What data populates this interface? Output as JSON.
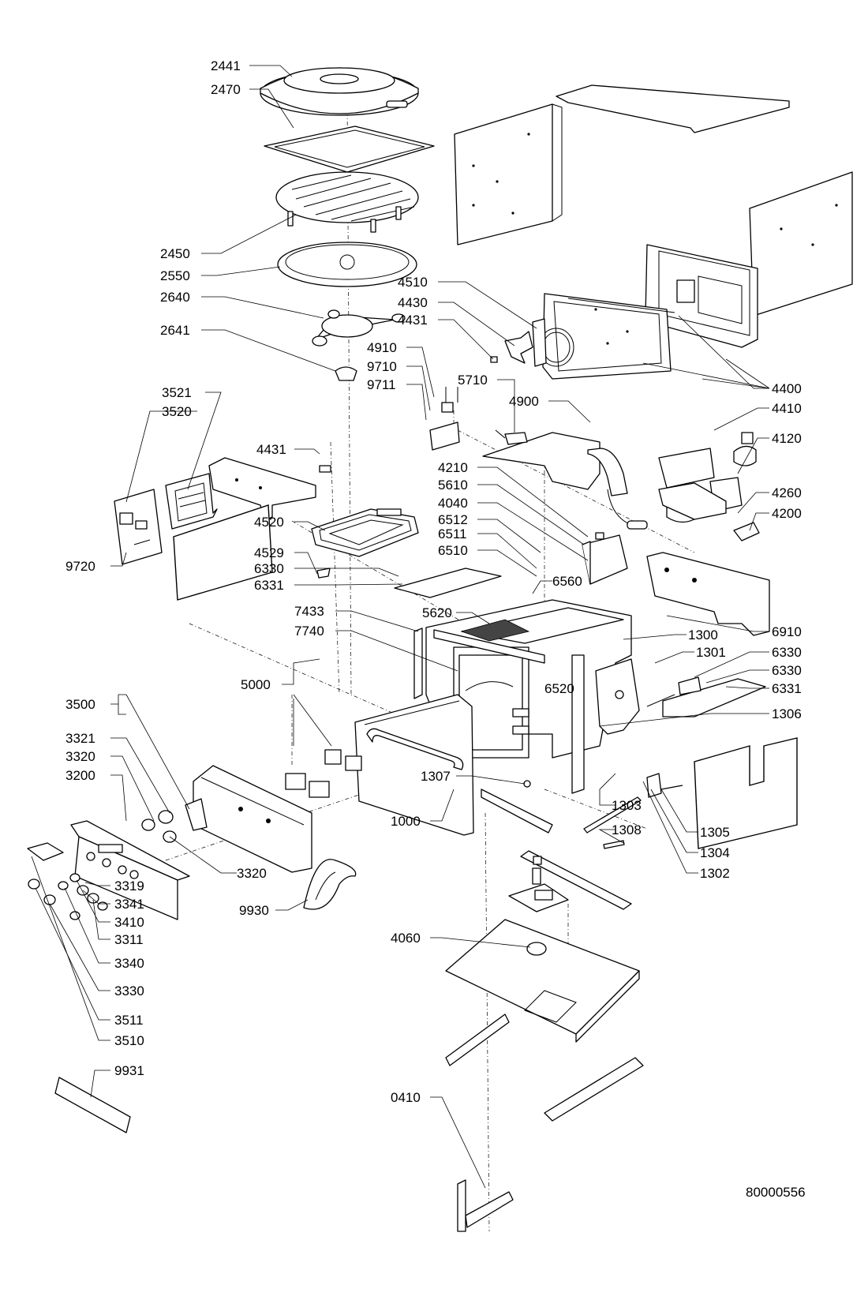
{
  "drawing_number": "80000556",
  "labels": [
    {
      "id": "2441",
      "text": "2441"
    },
    {
      "id": "2470",
      "text": "2470"
    },
    {
      "id": "2450",
      "text": "2450"
    },
    {
      "id": "2550",
      "text": "2550"
    },
    {
      "id": "2640",
      "text": "2640"
    },
    {
      "id": "2641",
      "text": "2641"
    },
    {
      "id": "4510",
      "text": "4510"
    },
    {
      "id": "4430",
      "text": "4430"
    },
    {
      "id": "4431a",
      "text": "4431"
    },
    {
      "id": "4910",
      "text": "4910"
    },
    {
      "id": "9710",
      "text": "9710"
    },
    {
      "id": "9711",
      "text": "9711"
    },
    {
      "id": "5710",
      "text": "5710"
    },
    {
      "id": "4900",
      "text": "4900"
    },
    {
      "id": "4400",
      "text": "4400"
    },
    {
      "id": "4410",
      "text": "4410"
    },
    {
      "id": "4120",
      "text": "4120"
    },
    {
      "id": "3521",
      "text": "3521"
    },
    {
      "id": "3520",
      "text": "3520"
    },
    {
      "id": "4431b",
      "text": "4431"
    },
    {
      "id": "4210",
      "text": "4210"
    },
    {
      "id": "5610",
      "text": "5610"
    },
    {
      "id": "4040",
      "text": "4040"
    },
    {
      "id": "4260",
      "text": "4260"
    },
    {
      "id": "4200",
      "text": "4200"
    },
    {
      "id": "4520",
      "text": "4520"
    },
    {
      "id": "6512",
      "text": "6512"
    },
    {
      "id": "6511",
      "text": "6511"
    },
    {
      "id": "6510",
      "text": "6510"
    },
    {
      "id": "9720",
      "text": "9720"
    },
    {
      "id": "4529",
      "text": "4529"
    },
    {
      "id": "6330a",
      "text": "6330"
    },
    {
      "id": "6331a",
      "text": "6331"
    },
    {
      "id": "6560",
      "text": "6560"
    },
    {
      "id": "7433",
      "text": "7433"
    },
    {
      "id": "5620",
      "text": "5620"
    },
    {
      "id": "6910",
      "text": "6910"
    },
    {
      "id": "7740",
      "text": "7740"
    },
    {
      "id": "1300",
      "text": "1300"
    },
    {
      "id": "1301",
      "text": "1301"
    },
    {
      "id": "6330b",
      "text": "6330"
    },
    {
      "id": "6330c",
      "text": "6330"
    },
    {
      "id": "5000",
      "text": "5000"
    },
    {
      "id": "6520",
      "text": "6520"
    },
    {
      "id": "6331b",
      "text": "6331"
    },
    {
      "id": "3500",
      "text": "3500"
    },
    {
      "id": "1306",
      "text": "1306"
    },
    {
      "id": "3321",
      "text": "3321"
    },
    {
      "id": "3320a",
      "text": "3320"
    },
    {
      "id": "3200",
      "text": "3200"
    },
    {
      "id": "1307",
      "text": "1307"
    },
    {
      "id": "1303",
      "text": "1303"
    },
    {
      "id": "1000",
      "text": "1000"
    },
    {
      "id": "1308",
      "text": "1308"
    },
    {
      "id": "1305",
      "text": "1305"
    },
    {
      "id": "1304",
      "text": "1304"
    },
    {
      "id": "3320b",
      "text": "3320"
    },
    {
      "id": "1302",
      "text": "1302"
    },
    {
      "id": "3319",
      "text": "3319"
    },
    {
      "id": "3341",
      "text": "3341"
    },
    {
      "id": "9930",
      "text": "9930"
    },
    {
      "id": "3410",
      "text": "3410"
    },
    {
      "id": "3311",
      "text": "3311"
    },
    {
      "id": "4060",
      "text": "4060"
    },
    {
      "id": "3340",
      "text": "3340"
    },
    {
      "id": "3330",
      "text": "3330"
    },
    {
      "id": "3511",
      "text": "3511"
    },
    {
      "id": "3510",
      "text": "3510"
    },
    {
      "id": "9931",
      "text": "9931"
    },
    {
      "id": "0410",
      "text": "0410"
    }
  ]
}
